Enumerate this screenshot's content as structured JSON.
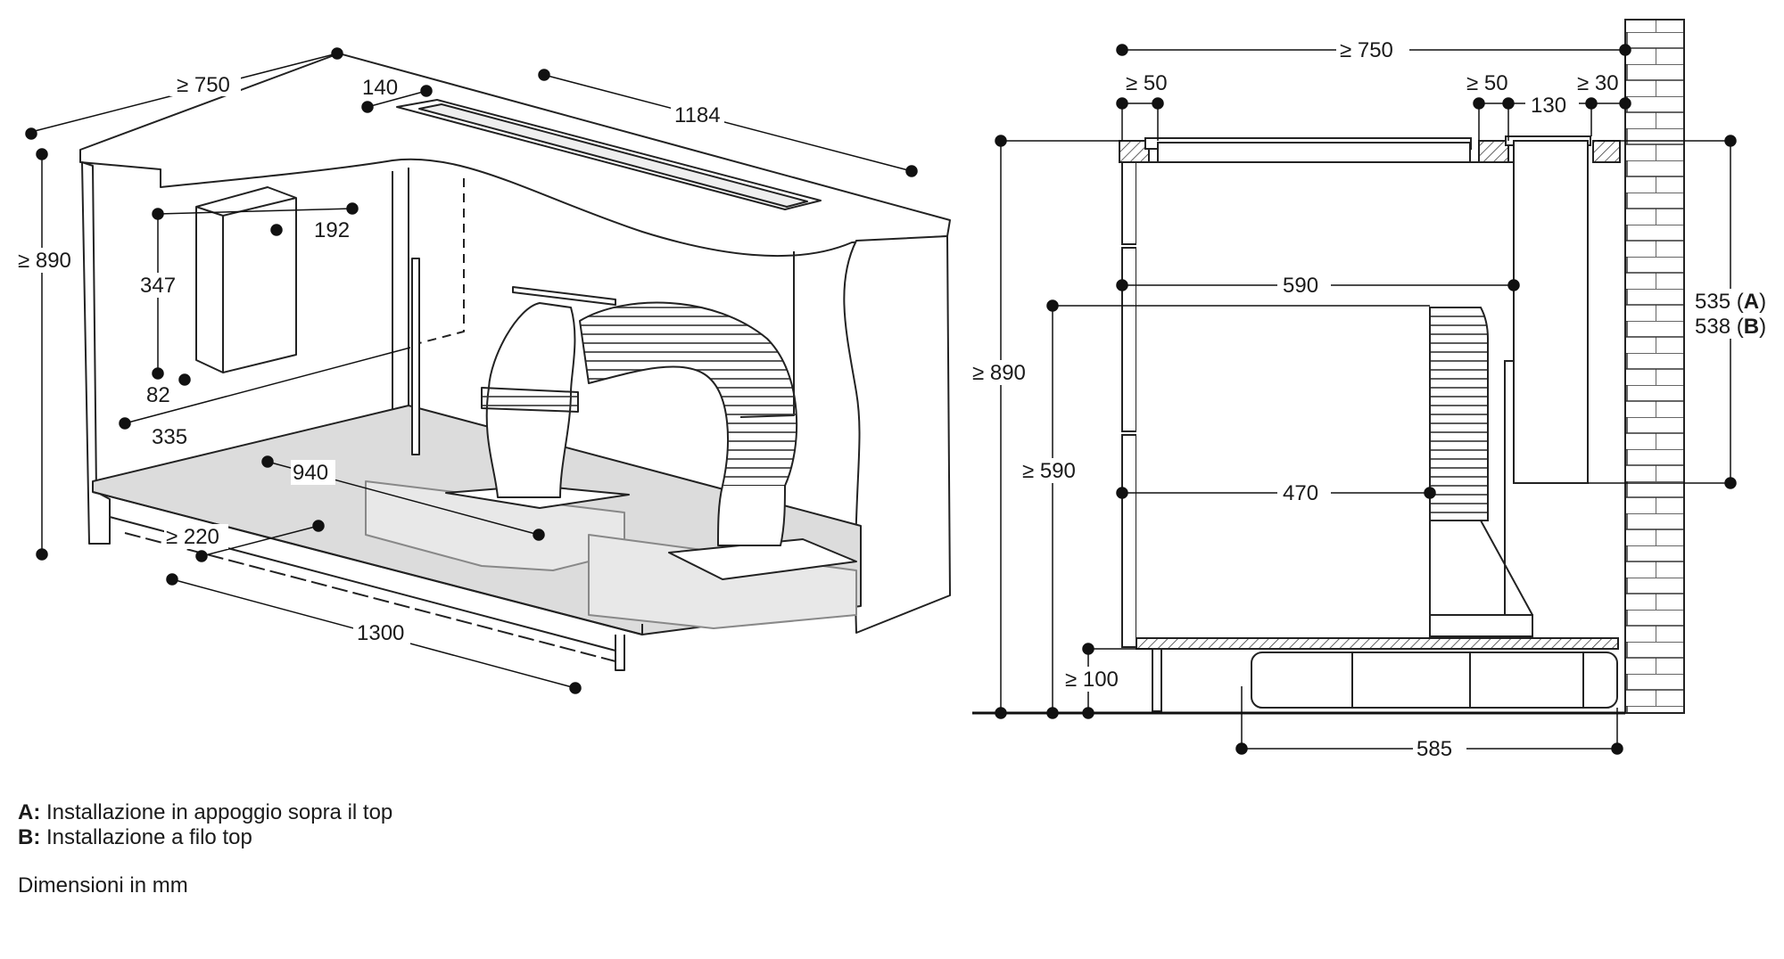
{
  "perspective_view": {
    "dimensions": {
      "depth_min": "≥ 750",
      "height_min": "≥ 890",
      "cooktop_width": "140",
      "cooktop_length": "1184",
      "unit_depth": "192",
      "unit_height": "347",
      "unit_base": "82",
      "dist_335": "335",
      "dist_940": "940",
      "plinth_min": "≥ 220",
      "length": "1300"
    }
  },
  "side_view": {
    "dimensions": {
      "depth_min": "≥ 750",
      "front_gap_min": "≥ 50",
      "rear_gap_min": "≥ 50",
      "wall_gap_min": "≥ 30",
      "duct_width": "130",
      "drawer_depth": "590",
      "lower_depth": "470",
      "total_height_min": "≥ 890",
      "drawer_height_min": "≥ 590",
      "plinth_min": "≥ 100",
      "plinth_duct": "585",
      "install_a_value": "535",
      "install_a_letter": "A",
      "install_b_value": "538",
      "install_b_letter": "B"
    }
  },
  "legend": {
    "a_key": "A:",
    "a_text": "Installazione in appoggio sopra il top",
    "b_key": "B:",
    "b_text": "Installazione a filo top",
    "units": "Dimensioni in mm"
  }
}
